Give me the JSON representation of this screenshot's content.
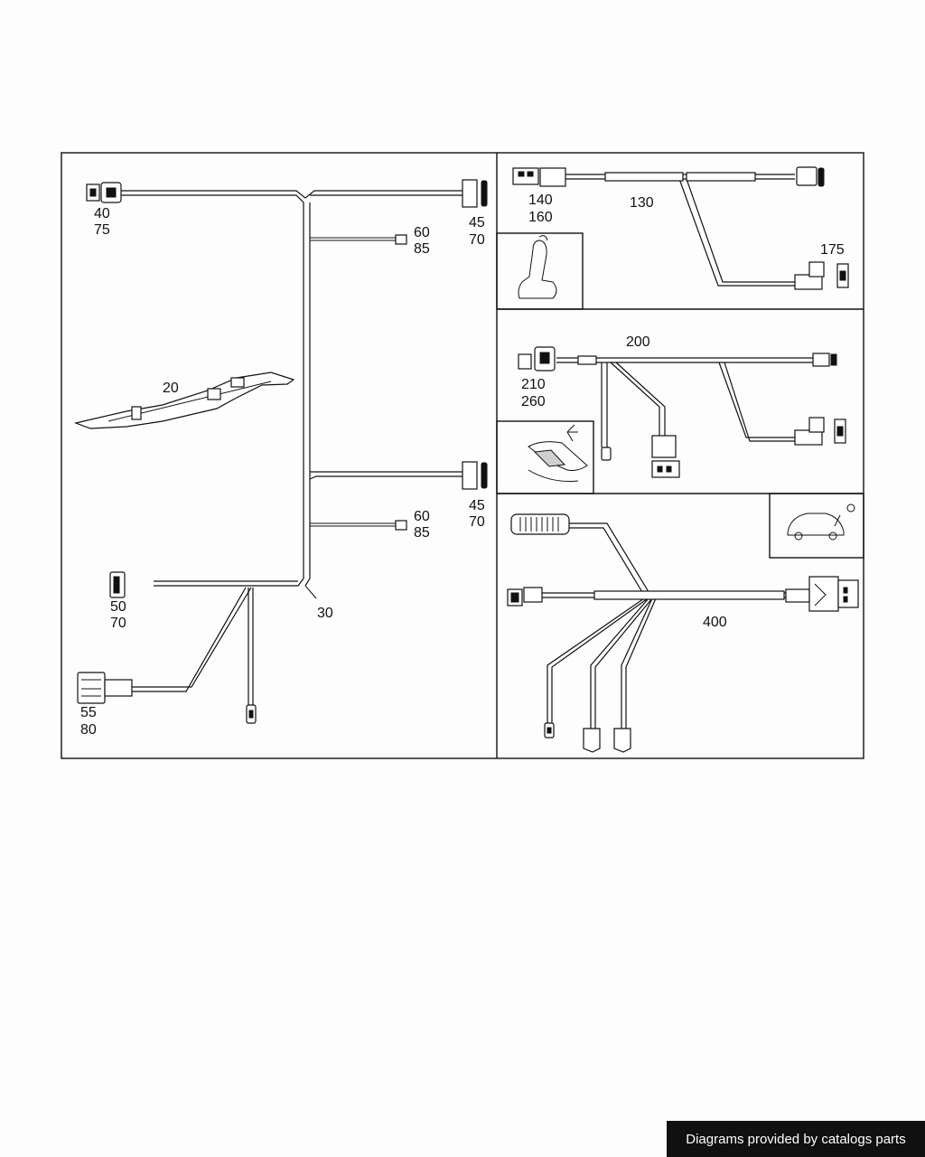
{
  "callouts": {
    "c40": "40",
    "c75": "75",
    "c45a": "45",
    "c70a": "70",
    "c60a": "60",
    "c85a": "85",
    "c20": "20",
    "c45b": "45",
    "c70b": "70",
    "c60b": "60",
    "c85b": "85",
    "c50": "50",
    "c70c": "70",
    "c30": "30",
    "c55": "55",
    "c80": "80",
    "c140": "140",
    "c160": "160",
    "c130": "130",
    "c175": "175",
    "c200": "200",
    "c210": "210",
    "c260": "260",
    "c400": "400"
  },
  "footer": {
    "credit": "Diagrams provided by catalogs parts"
  }
}
